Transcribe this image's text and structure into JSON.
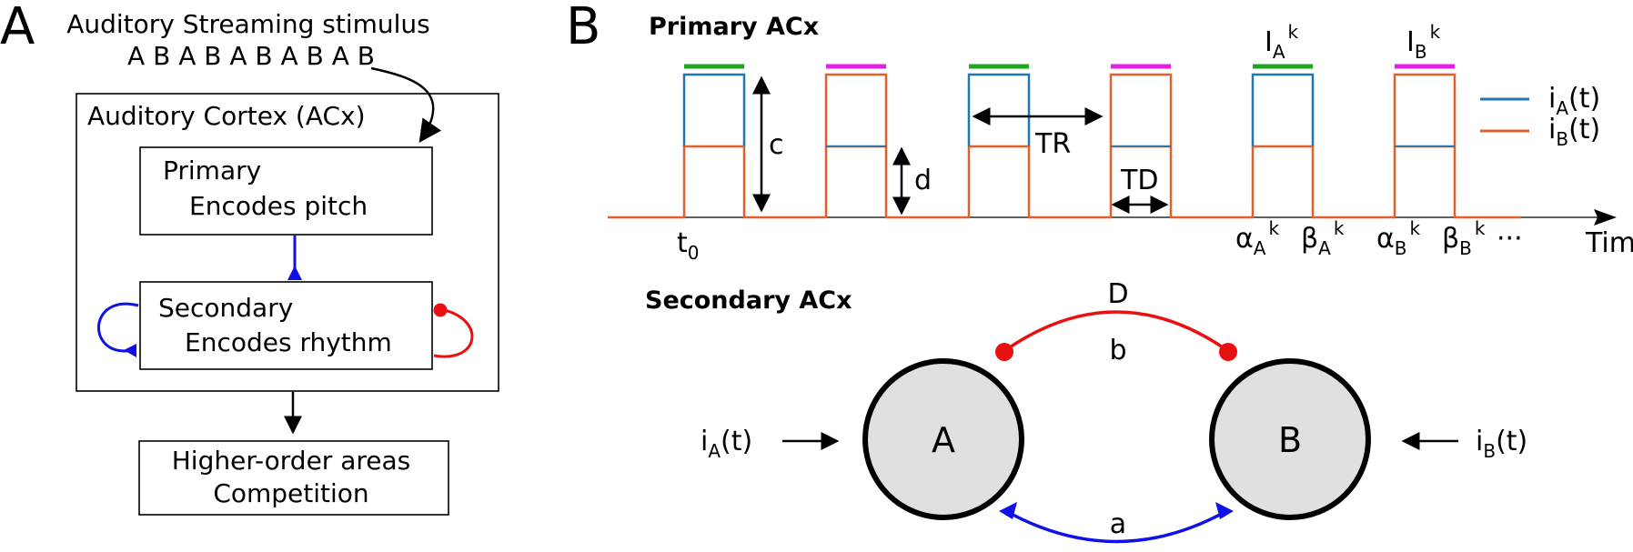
{
  "panel_a": {
    "letter": "A",
    "stimulus_title": "Auditory Streaming stimulus",
    "stimulus_sequence": "A B A B A B A B A B",
    "cortex_label": "Auditory Cortex (ACx)",
    "primary": {
      "title": "Primary",
      "desc": "Encodes pitch"
    },
    "secondary": {
      "title": "Secondary",
      "desc": "Encodes rhythm"
    },
    "higher": {
      "title": "Higher-order areas",
      "desc": "Competition"
    }
  },
  "panel_b": {
    "letter": "B",
    "primary_title": "Primary ACx",
    "secondary_title": "Secondary ACx",
    "labels": {
      "c": "c",
      "d": "d",
      "tr": "TR",
      "td": "TD",
      "time": "Time",
      "ellipsis": "···",
      "t0_main": "t",
      "t0_sub": "0",
      "alpha": "α",
      "beta": "β",
      "sub_a": "A",
      "sub_b": "B",
      "sup_k": "k",
      "i_upper": "I",
      "i_lower": "i",
      "t_suffix": "(t)"
    },
    "legend": [
      {
        "main": "i",
        "sub": "A",
        "suffix": "(t)",
        "color": "#1f77b4"
      },
      {
        "main": "i",
        "sub": "B",
        "suffix": "(t)",
        "color": "#e3602a"
      }
    ],
    "network": {
      "node_a": "A",
      "node_b": "B",
      "label_D": "D",
      "label_b": "b",
      "label_a": "a",
      "input_a": {
        "main": "i",
        "sub": "A",
        "suffix": "(t)"
      },
      "input_b": {
        "main": "i",
        "sub": "B",
        "suffix": "(t)"
      }
    }
  },
  "colors": {
    "blue_trace": "#1f77b4",
    "orange_trace": "#e3602a",
    "green_bar": "#1fa51f",
    "magenta_bar": "#e31fe3",
    "excitatory_blue": "#1010e8",
    "inhibitory_red": "#e81010",
    "node_fill": "#e0e0e2"
  }
}
